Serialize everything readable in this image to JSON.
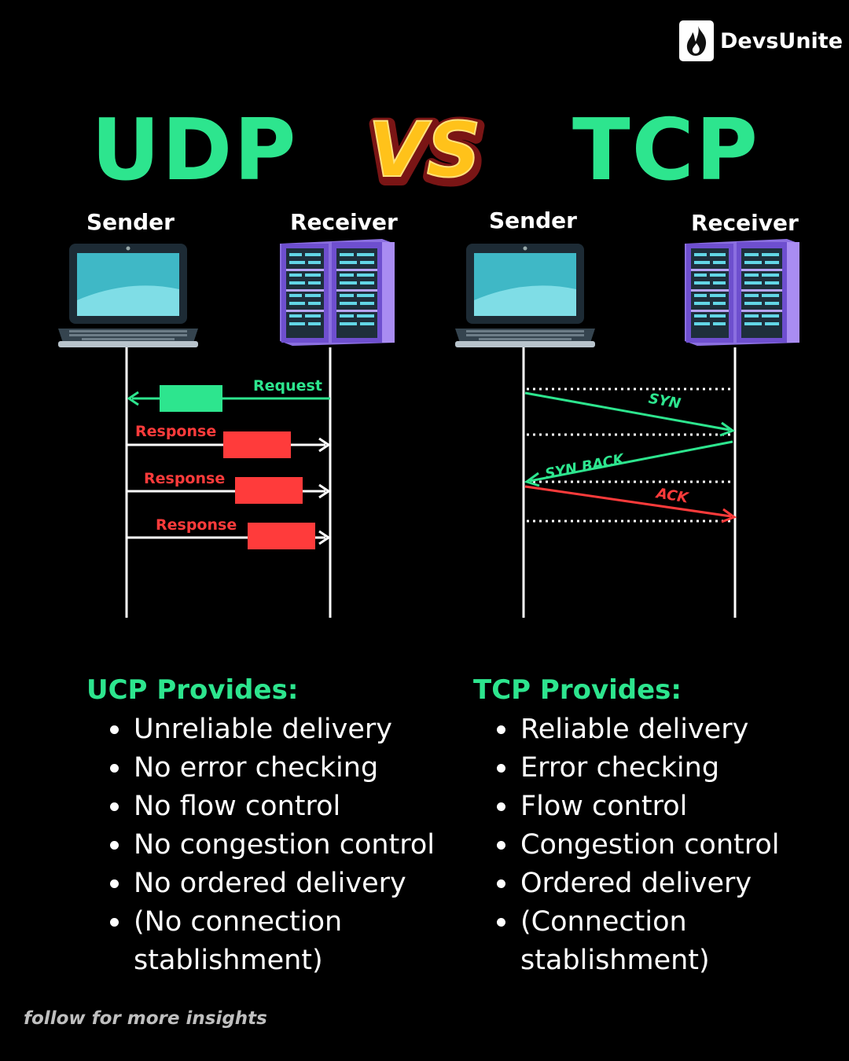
{
  "brand": {
    "name": "DevsUnite",
    "logo_icon": "flame-icon"
  },
  "headline": {
    "left": "UDP",
    "middle": "VS",
    "right": "TCP"
  },
  "udp": {
    "sender_label": "Sender",
    "receiver_label": "Receiver",
    "messages": [
      {
        "label": "Request",
        "direction": "receiver-to-sender",
        "color": "#2de58e"
      },
      {
        "label": "Response",
        "direction": "sender-to-receiver",
        "color": "#ff3b3b"
      },
      {
        "label": "Response",
        "direction": "sender-to-receiver",
        "color": "#ff3b3b"
      },
      {
        "label": "Response",
        "direction": "sender-to-receiver",
        "color": "#ff3b3b"
      }
    ],
    "provides_title": "UCP Provides:",
    "features": [
      "Unreliable delivery",
      "No error checking",
      "No flow control",
      "No congestion control",
      "No ordered delivery",
      "(No connection stablishment)"
    ]
  },
  "tcp": {
    "sender_label": "Sender",
    "receiver_label": "Receiver",
    "handshake": [
      {
        "label": "SYN",
        "direction": "sender-to-receiver",
        "color": "#2de58e"
      },
      {
        "label": "SYN BACK",
        "direction": "receiver-to-sender",
        "color": "#2de58e"
      },
      {
        "label": "ACK",
        "direction": "sender-to-receiver",
        "color": "#ff3b3b"
      }
    ],
    "provides_title": "TCP Provides:",
    "features": [
      "Reliable delivery",
      "Error checking",
      "Flow control",
      "Congestion control",
      "Ordered delivery",
      "(Connection stablishment)"
    ]
  },
  "colors": {
    "accent_green": "#2de58e",
    "accent_red": "#ff3b3b",
    "vs_yellow": "#ffc21a"
  },
  "icons": {
    "sender": "laptop-icon",
    "receiver": "server-icon"
  },
  "footer": "follow for more insights"
}
